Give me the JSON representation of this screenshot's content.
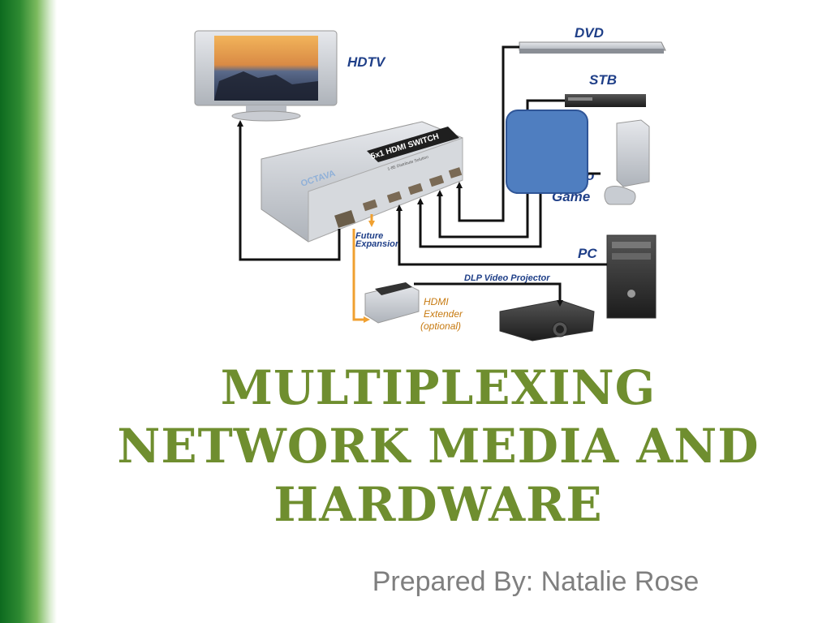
{
  "slide": {
    "title_lines": [
      "MULTIPLEXING",
      "NETWORK MEDIA AND",
      "HARDWARE"
    ],
    "subtitle": "Prepared By: Natalie Rose"
  },
  "diagram": {
    "labels": {
      "hdtv": "HDTV",
      "dvd": "DVD",
      "stb": "STB",
      "game_partial": "o",
      "game": "Game",
      "pc": "PC",
      "dlp": "DLP Video Projector",
      "future_1": "Future",
      "future_2": "Expansion",
      "hdmi_1": "HDMI",
      "hdmi_2": "Extender",
      "hdmi_3": "(optional)"
    },
    "switch_text": {
      "brand": "OCTAVA",
      "model": "5x1 HDMI SWITCH",
      "tagline": "1-8E Distribute Solution"
    }
  },
  "colors": {
    "sidebar_dark": "#0d6a1f",
    "title": "#6f8e2f",
    "subtitle": "#7f7f7f",
    "overlay_box": "#4f7ec0",
    "overlay_border": "#2f5597",
    "label_blue": "#1f3f88",
    "arrow_orange": "#f0a030"
  }
}
